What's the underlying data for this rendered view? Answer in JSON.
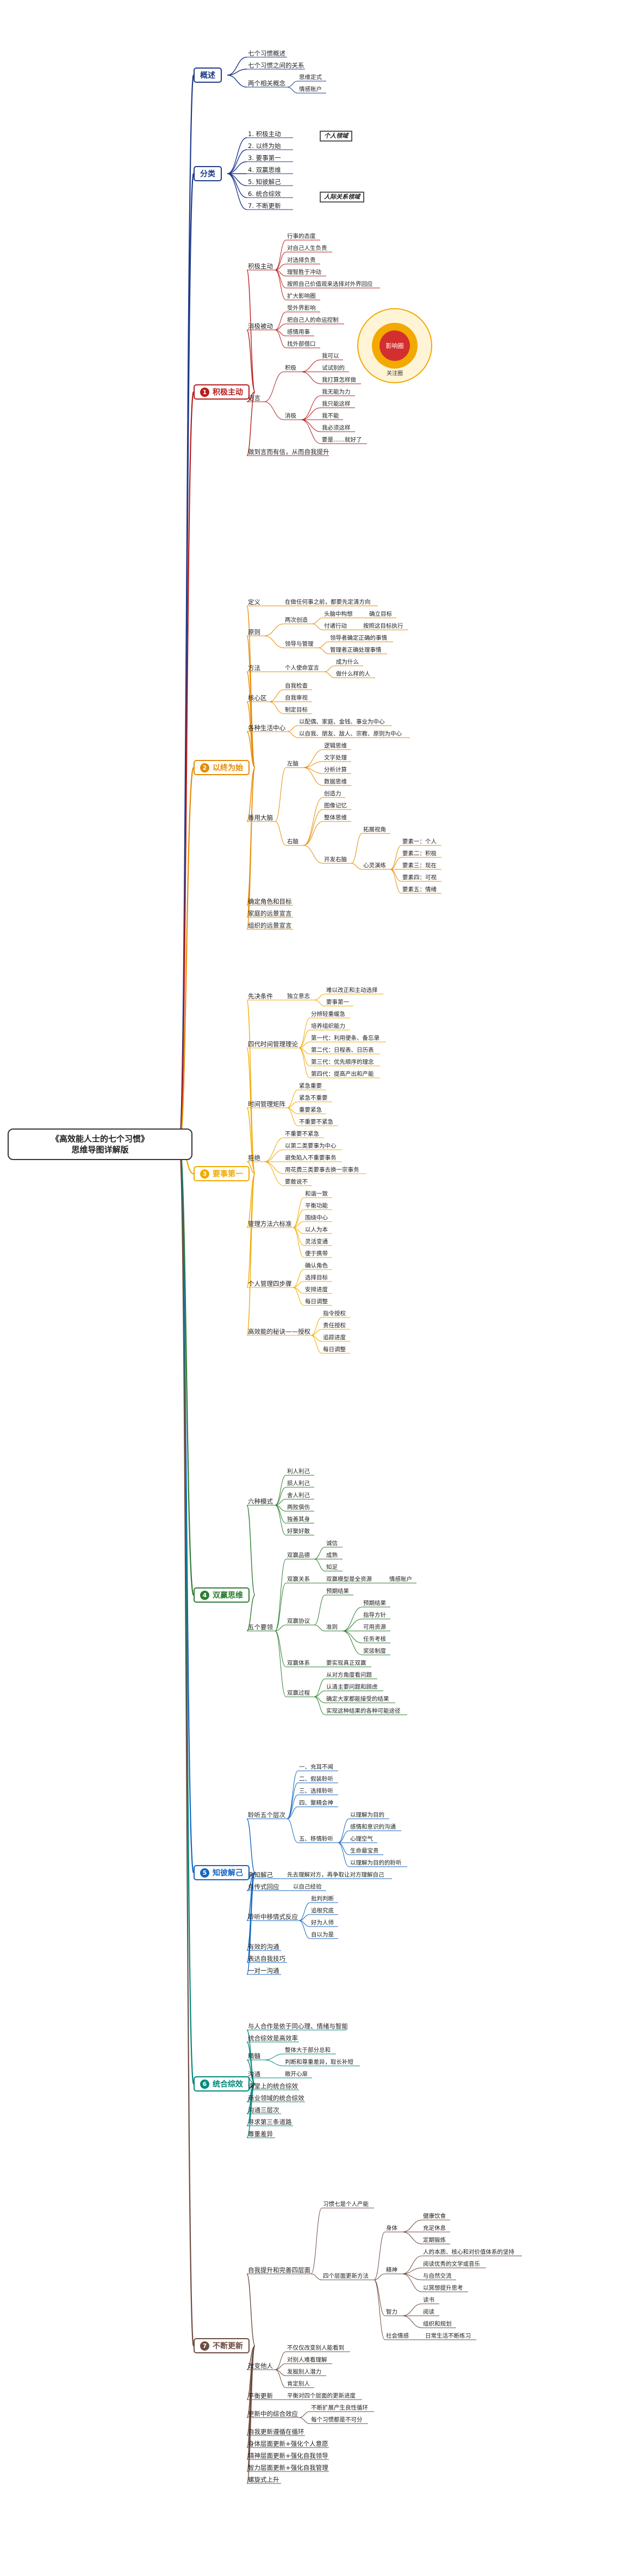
{
  "root": {
    "line1": "《高效能人士的七个习惯》",
    "line2": "思维导图详解版"
  },
  "colors": {
    "gaishu": "#1f3a8a",
    "fenlei": "#1f3a8a",
    "jiji": "#b71c1c",
    "yishi": "#e68a00",
    "yaoshi": "#f2a900",
    "shuangying": "#2e7d32",
    "zhibi": "#1565c0",
    "tongli": "#00897b",
    "buduan": "#6d4c41"
  },
  "illustration": {
    "center": "影响圈",
    "inner_label": "关注圈"
  },
  "sections": {
    "gaishu": {
      "num": "",
      "label": "概述",
      "children": [
        {
          "t": "七个习惯概述"
        },
        {
          "t": "七个习惯之间的关系"
        },
        {
          "t": "两个相关概念",
          "c": [
            {
              "t": "思维定式"
            },
            {
              "t": "情感账户"
            }
          ]
        }
      ]
    },
    "fenlei": {
      "num": "",
      "label": "分类",
      "children": [
        {
          "t": "1. 积极主动"
        },
        {
          "t": "2. 以终为始"
        },
        {
          "t": "3. 要事第一"
        },
        {
          "t": "4. 双赢思维"
        },
        {
          "t": "5. 知彼解己"
        },
        {
          "t": "6. 统合综效"
        },
        {
          "t": "7. 不断更新"
        }
      ],
      "groups": [
        "个人领域",
        "人际关系领域"
      ]
    },
    "jiji": {
      "num": "1",
      "label": "积极主动",
      "children": [
        {
          "t": "积极主动",
          "c": [
            {
              "t": "行事的态度"
            },
            {
              "t": "对自己人生负责"
            },
            {
              "t": "对选择负责"
            },
            {
              "t": "理智胜于冲动"
            },
            {
              "t": "按照自己价值观来选择对外界回应"
            },
            {
              "t": "扩大影响圈"
            }
          ]
        },
        {
          "t": "消极被动",
          "c": [
            {
              "t": "受外界影响"
            },
            {
              "t": "把自己人的命运控制"
            },
            {
              "t": "感情用事"
            },
            {
              "t": "找外部借口"
            }
          ]
        },
        {
          "t": "语言",
          "c": [
            {
              "t": "积极",
              "c": [
                {
                  "t": "我可以"
                },
                {
                  "t": "试试别的"
                },
                {
                  "t": "我打算怎样做"
                }
              ]
            },
            {
              "t": "消极",
              "c": [
                {
                  "t": "我无能为力"
                },
                {
                  "t": "我只能这样"
                },
                {
                  "t": "我不能"
                },
                {
                  "t": "我必须这样"
                },
                {
                  "t": "要是……就好了"
                }
              ]
            }
          ]
        },
        {
          "t": "做到言而有信，从而自我提升"
        }
      ]
    },
    "yishi": {
      "num": "2",
      "label": "以终为始",
      "children": [
        {
          "t": "定义",
          "c": [
            {
              "t": "在做任何事之前，都要先定清方向"
            }
          ]
        },
        {
          "t": "原则",
          "c": [
            {
              "t": "两次创造",
              "c": [
                {
                  "t": "头脑中构想",
                  "c": [
                    {
                      "t": "确立目标"
                    }
                  ]
                },
                {
                  "t": "付诸行动",
                  "c": [
                    {
                      "t": "按照这目标执行"
                    }
                  ]
                }
              ]
            },
            {
              "t": "领导与管理",
              "c": [
                {
                  "t": "领导者确定正确的事情"
                },
                {
                  "t": "管理者正确处理事情"
                }
              ]
            }
          ]
        },
        {
          "t": "方法",
          "c": [
            {
              "t": "个人使命宣言",
              "c": [
                {
                  "t": "成为什么"
                },
                {
                  "t": "做什么样的人"
                }
              ]
            }
          ]
        },
        {
          "t": "核心区",
          "c": [
            {
              "t": "自我检查"
            },
            {
              "t": "自我审视"
            },
            {
              "t": "制定目标"
            }
          ]
        },
        {
          "t": "各种生活中心",
          "c": [
            {
              "t": "以配偶、家庭、金钱、事业为中心"
            },
            {
              "t": "以自我、朋友、敌人、宗教、原则为中心"
            }
          ]
        },
        {
          "t": "善用大脑",
          "c": [
            {
              "t": "左脑",
              "c": [
                {
                  "t": "逻辑思维"
                },
                {
                  "t": "文字处理"
                },
                {
                  "t": "分析计算"
                },
                {
                  "t": "数据思维"
                }
              ]
            },
            {
              "t": "右脑",
              "c": [
                {
                  "t": "创造力"
                },
                {
                  "t": "图像记忆"
                },
                {
                  "t": "整体思维"
                },
                {
                  "t": "开发右脑",
                  "c": [
                    {
                      "t": "拓展视角"
                    },
                    {
                      "t": "心灵演练",
                      "c": [
                        {
                          "t": "要素一：个人"
                        },
                        {
                          "t": "要素二：积极"
                        },
                        {
                          "t": "要素三：现在"
                        },
                        {
                          "t": "要素四：可视"
                        },
                        {
                          "t": "要素五：情绪"
                        }
                      ]
                    }
                  ]
                }
              ]
            }
          ]
        },
        {
          "t": "确定角色和目标"
        },
        {
          "t": "家庭的远景宣言"
        },
        {
          "t": "组织的远景宣言"
        }
      ]
    },
    "yaoshi": {
      "num": "3",
      "label": "要事第一",
      "children": [
        {
          "t": "先决条件",
          "c": [
            {
              "t": "独立意志",
              "c": [
                {
                  "t": "难以改正和主动选择"
                },
                {
                  "t": "要事第一"
                }
              ]
            }
          ]
        },
        {
          "t": "四代时间管理理论",
          "c": [
            {
              "t": "分辨轻重缓急"
            },
            {
              "t": "培养组织能力"
            },
            {
              "t": "第一代：利用便条、备忘录"
            },
            {
              "t": "第二代：日程表、日历表"
            },
            {
              "t": "第三代：优先顺序的理念"
            },
            {
              "t": "第四代：提高产出和产能"
            }
          ]
        },
        {
          "t": "时间管理矩阵",
          "c": [
            {
              "t": "紧急重要"
            },
            {
              "t": "紧急不重要"
            },
            {
              "t": "重要紧急"
            },
            {
              "t": "不重要不紧急"
            }
          ]
        },
        {
          "t": "拒绝",
          "c": [
            {
              "t": "不重要不紧急"
            },
            {
              "t": "以第二类要事为中心"
            },
            {
              "t": "避免陷入不重要事务"
            },
            {
              "t": "用花费三类要事去换一宗事务"
            },
            {
              "t": "要敢说不"
            }
          ]
        },
        {
          "t": "管理方法六标准",
          "c": [
            {
              "t": "和谐一致"
            },
            {
              "t": "平衡功能"
            },
            {
              "t": "围绕中心"
            },
            {
              "t": "以人为本"
            },
            {
              "t": "灵活变通"
            },
            {
              "t": "便于携带"
            }
          ]
        },
        {
          "t": "个人管理四步骤",
          "c": [
            {
              "t": "确认角色"
            },
            {
              "t": "选择目标"
            },
            {
              "t": "安排进度"
            },
            {
              "t": "每日调整"
            }
          ]
        },
        {
          "t": "高效能的秘诀——授权",
          "c": [
            {
              "t": "指令授权"
            },
            {
              "t": "责任授权"
            },
            {
              "t": "追踪进度"
            },
            {
              "t": "每日调整"
            }
          ]
        }
      ]
    },
    "shuangying": {
      "num": "4",
      "label": "双赢思维",
      "children": [
        {
          "t": "六种模式",
          "c": [
            {
              "t": "利人利己"
            },
            {
              "t": "损人利己"
            },
            {
              "t": "舍人利己"
            },
            {
              "t": "两败俱伤"
            },
            {
              "t": "独善其身"
            },
            {
              "t": "好聚好散"
            }
          ]
        },
        {
          "t": "五个要领",
          "c": [
            {
              "t": "双赢品德",
              "c": [
                {
                  "t": "诚信"
                },
                {
                  "t": "成熟"
                },
                {
                  "t": "知足"
                }
              ]
            },
            {
              "t": "双赢关系",
              "c": [
                {
                  "t": "双赢模型是全资源",
                  "c": [
                    {
                      "t": "情感账户"
                    }
                  ]
                }
              ]
            },
            {
              "t": "双赢协议",
              "c": [
                {
                  "t": "预期结果"
                },
                {
                  "t": "准则",
                  "c": [
                    {
                      "t": "预期结果"
                    },
                    {
                      "t": "指导方针"
                    },
                    {
                      "t": "可用资源"
                    },
                    {
                      "t": "任务考核"
                    },
                    {
                      "t": "奖惩制度"
                    }
                  ]
                }
              ]
            },
            {
              "t": "双赢体系",
              "c": [
                {
                  "t": "要实现真正双赢"
                }
              ]
            },
            {
              "t": "双赢过程",
              "c": [
                {
                  "t": "从对方角度看问题"
                },
                {
                  "t": "认清主要问题和顾虑"
                },
                {
                  "t": "确定大家都能接受的结果"
                },
                {
                  "t": "实现这种结果的各种可能途径"
                }
              ]
            }
          ]
        }
      ]
    },
    "zhibi": {
      "num": "5",
      "label": "知彼解己",
      "children": [
        {
          "t": "聆听五个层次",
          "c": [
            {
              "t": "一、充耳不闻"
            },
            {
              "t": "二、假装聆听"
            },
            {
              "t": "三、选择聆听"
            },
            {
              "t": "四、聚精会神"
            },
            {
              "t": "五、移情聆听",
              "c": [
                {
                  "t": "以理解为目的"
                },
                {
                  "t": "感情和意识的沟通"
                },
                {
                  "t": "心理空气"
                },
                {
                  "t": "生命最宝贵"
                },
                {
                  "t": "以理解为目的的聆听"
                }
              ]
            }
          ]
        },
        {
          "t": "先知解己",
          "c": [
            {
              "t": "先去理解对方，再争取让对方理解自己"
            }
          ]
        },
        {
          "t": "自传式回应",
          "c": [
            {
              "t": "以自己经验"
            }
          ]
        },
        {
          "t": "聆听中移情式反应",
          "c": [
            {
              "t": "批判判断"
            },
            {
              "t": "追根究底"
            },
            {
              "t": "好为人师"
            },
            {
              "t": "自以为是"
            }
          ]
        },
        {
          "t": "有效的沟通"
        },
        {
          "t": "表达自我技巧"
        },
        {
          "t": "一对一沟通"
        }
      ]
    },
    "tongli": {
      "num": "6",
      "label": "统合综效",
      "children": [
        {
          "t": "与人合作是依于同心理、情绪与智能"
        },
        {
          "t": "统合综效是高效率"
        },
        {
          "t": "精髓",
          "c": [
            {
              "t": "整体大于部分总和"
            },
            {
              "t": "判断和尊重差异，取长补短"
            }
          ]
        },
        {
          "t": "沟通",
          "c": [
            {
              "t": "敞开心扉"
            }
          ]
        },
        {
          "t": "课堂上的统合综效"
        },
        {
          "t": "商业领域的统合综效"
        },
        {
          "t": "沟通三层次"
        },
        {
          "t": "寻求第三条道路"
        },
        {
          "t": "尊重差异"
        }
      ]
    },
    "buduan": {
      "num": "7",
      "label": "不断更新",
      "children": [
        {
          "t": "自我提升和完善四层面",
          "c": [
            {
              "t": "习惯七是个人产能"
            },
            {
              "t": "四个层面更新方法",
              "c": [
                {
                  "t": "身体",
                  "c": [
                    {
                      "t": "健康饮食"
                    },
                    {
                      "t": "充足休息"
                    },
                    {
                      "t": "定期锻炼"
                    }
                  ]
                },
                {
                  "t": "精神",
                  "c": [
                    {
                      "t": "人的本质、核心和对价值体系的坚持"
                    },
                    {
                      "t": "阅读优秀的文学或音乐"
                    },
                    {
                      "t": "与自然交流"
                    },
                    {
                      "t": "以冥想提升思考"
                    }
                  ]
                },
                {
                  "t": "智力",
                  "c": [
                    {
                      "t": "读书"
                    },
                    {
                      "t": "阅读"
                    },
                    {
                      "t": "组织和规划"
                    }
                  ]
                },
                {
                  "t": "社会情感",
                  "c": [
                    {
                      "t": "日常生活不断练习"
                    }
                  ]
                }
              ]
            }
          ]
        },
        {
          "t": "改变他人",
          "c": [
            {
              "t": "不仅仅改变别人能看到"
            },
            {
              "t": "对别人难看理解"
            },
            {
              "t": "发掘别人潜力"
            },
            {
              "t": "肯定别人"
            }
          ]
        },
        {
          "t": "平衡更新",
          "c": [
            {
              "t": "平衡对四个层面的更新进度"
            }
          ]
        },
        {
          "t": "更新中的综合效应",
          "c": [
            {
              "t": "不断扩展产生良性循环"
            },
            {
              "t": "每个习惯都是不可分"
            }
          ]
        },
        {
          "t": "自我更新遵循在循环"
        },
        {
          "t": "身体层面更新+强化个人意愿"
        },
        {
          "t": "精神层面更新+强化自我领导"
        },
        {
          "t": "智力层面更新+强化自我管理"
        },
        {
          "t": "螺旋式上升"
        }
      ]
    }
  }
}
